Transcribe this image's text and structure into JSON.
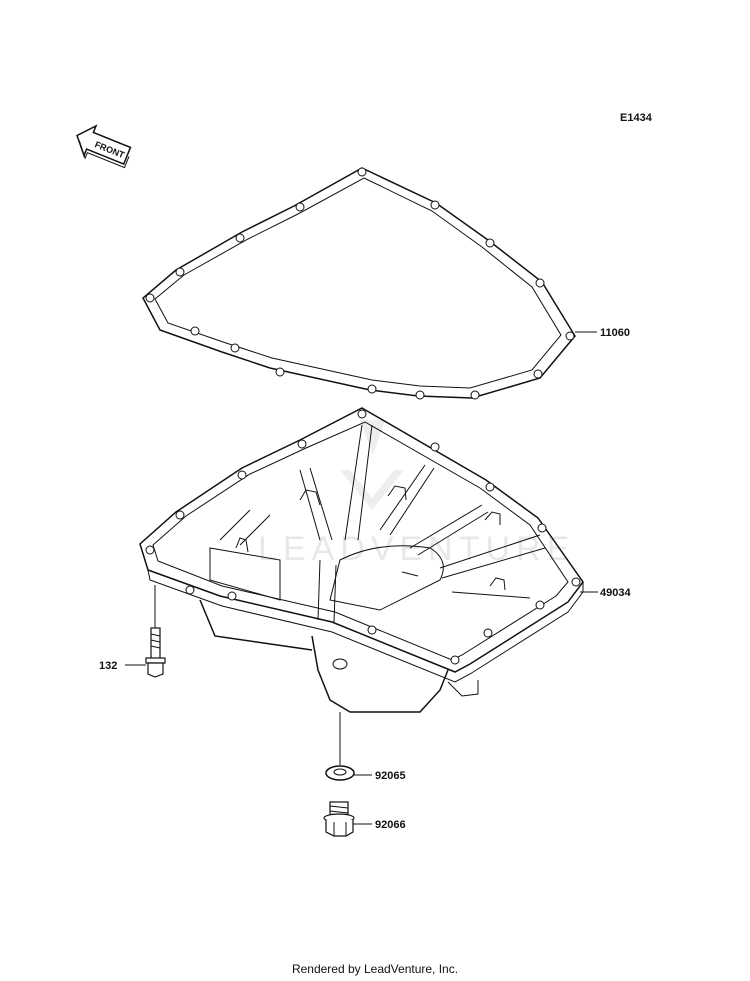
{
  "diagram_code": "E1434",
  "front_arrow_text": "FRONT",
  "watermark": "LEADVENTURE",
  "parts": [
    {
      "number": "11060"
    },
    {
      "number": "49034"
    },
    {
      "number": "132"
    },
    {
      "number": "92065"
    },
    {
      "number": "92066"
    }
  ],
  "footer": "Rendered by LeadVenture, Inc."
}
